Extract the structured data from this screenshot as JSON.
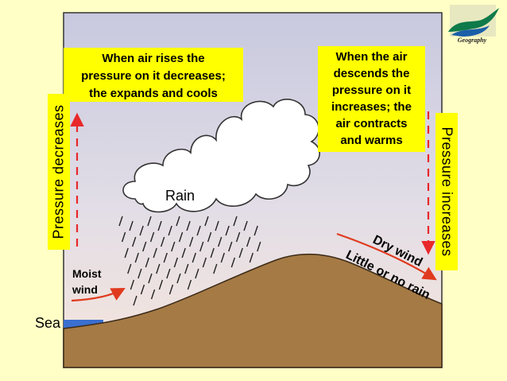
{
  "logo": {
    "text": "Geography"
  },
  "left_note": {
    "lines": [
      "When air rises the",
      "pressure on it decreases;",
      "the expands and cools"
    ]
  },
  "right_note": {
    "lines": [
      "When the air",
      "descends the",
      "pressure on it",
      "increases; the",
      "air contracts",
      "and warms"
    ]
  },
  "left_bar": {
    "text": "Pressure decreases"
  },
  "right_bar": {
    "text": "Pressure increases"
  },
  "labels": {
    "rain": "Rain",
    "moist_wind": [
      "Moist",
      "wind"
    ],
    "sea": "Sea",
    "dry_wind": "Dry wind",
    "little_rain": "Little or no rain"
  },
  "colors": {
    "background": "#ffffc6",
    "note_fill": "#ffff00",
    "land": "#a57a44",
    "sea": "#3a6fd0",
    "arrow": "#e03a1e",
    "dashed_arrow": "#e8282a"
  }
}
